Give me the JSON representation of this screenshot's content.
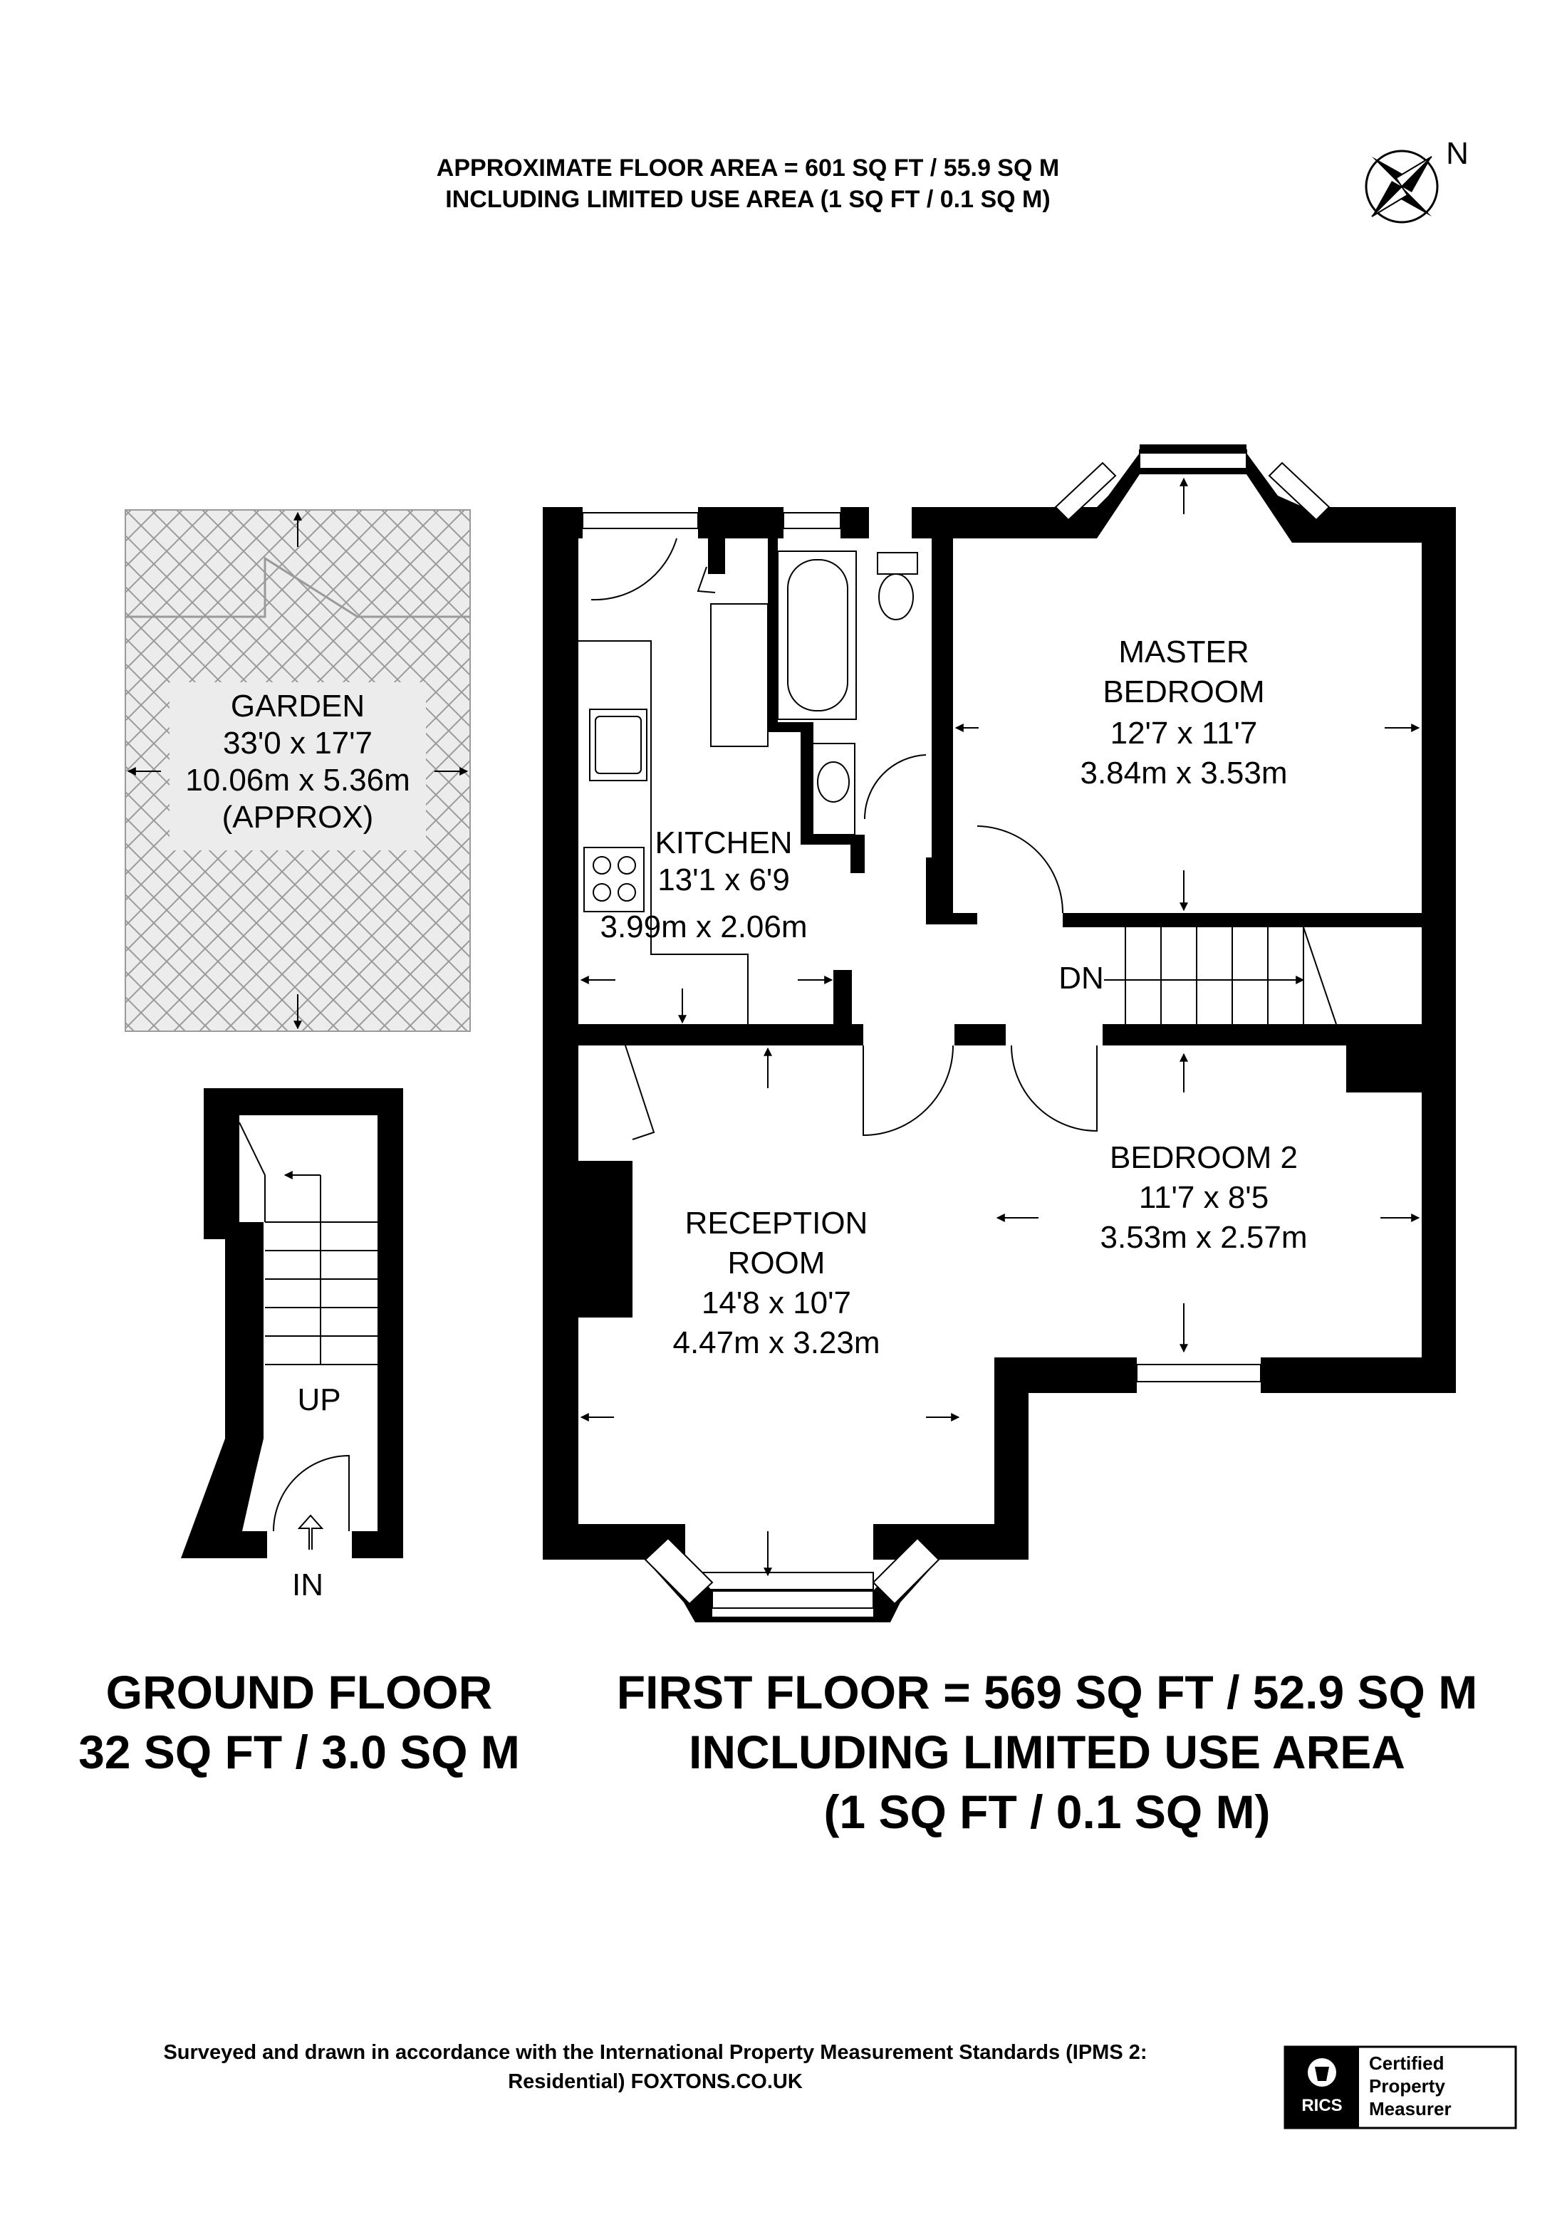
{
  "header": {
    "area_line": "APPROXIMATE FLOOR AREA = 601 SQ FT / 55.9 SQ M",
    "limited_line": "INCLUDING LIMITED USE AREA (1 SQ FT / 0.1 SQ M)"
  },
  "compass": {
    "label": "N",
    "icon": "compass-rose-icon"
  },
  "rooms": {
    "garden": {
      "name": "GARDEN",
      "imperial": "33'0 x 17'7",
      "metric": "10.06m x 5.36m",
      "note": "(APPROX)"
    },
    "kitchen": {
      "name": "KITCHEN",
      "imperial": "13'1 x 6'9",
      "metric": "3.99m x 2.06m"
    },
    "master": {
      "name1": "MASTER",
      "name2": "BEDROOM",
      "imperial": "12'7 x 11'7",
      "metric": "3.84m x 3.53m"
    },
    "reception": {
      "name1": "RECEPTION",
      "name2": "ROOM",
      "imperial": "14'8 x 10'7",
      "metric": "4.47m x 3.23m"
    },
    "bedroom2": {
      "name": "BEDROOM 2",
      "imperial": "11'7 x 8'5",
      "metric": "3.53m x 2.57m"
    }
  },
  "stairs": {
    "down": "DN",
    "up": "UP",
    "entry": "IN"
  },
  "ground_floor": {
    "line1": "GROUND FLOOR",
    "line2": "32 SQ FT / 3.0 SQ M"
  },
  "first_floor": {
    "line1": "FIRST FLOOR = 569 SQ FT / 52.9 SQ M",
    "line2": "INCLUDING LIMITED USE AREA",
    "line3": "(1 SQ FT / 0.1 SQ M)"
  },
  "footer": {
    "line1": "Surveyed and drawn in accordance with the International Property Measurement Standards (IPMS 2:",
    "line2": "Residential) FOXTONS.CO.UK"
  },
  "badge": {
    "brand": "RICS",
    "line1": "Certified",
    "line2": "Property",
    "line3": "Measurer"
  },
  "colors": {
    "wall": "#000000",
    "garden_fill": "#ececec",
    "garden_hatch": "#9a9a9a"
  }
}
